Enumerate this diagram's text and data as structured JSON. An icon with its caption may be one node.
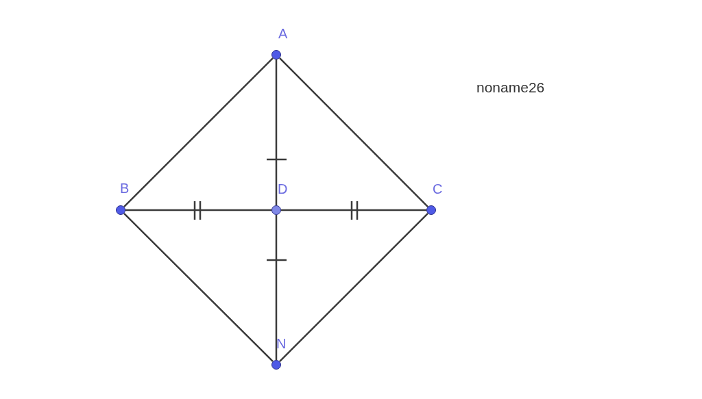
{
  "diagram": {
    "nodes": [
      {
        "text": [
          "A"
        ]
      },
      {
        "text": [
          "B"
        ]
      },
      {
        "text": [
          "D"
        ]
      },
      {
        "text": [
          "C"
        ]
      },
      {
        "text": [
          "N"
        ]
      }
    ],
    "edges": [
      {
        "from": 0,
        "to": 1,
        "arrow": "none"
      },
      {
        "from": 0,
        "to": 3,
        "arrow": "none"
      },
      {
        "from": 0,
        "to": 2,
        "arrow": "none"
      },
      {
        "from": 2,
        "to": 4,
        "arrow": "none"
      },
      {
        "from": 1,
        "to": 2,
        "arrow": "none"
      },
      {
        "from": 2,
        "to": 3,
        "arrow": "none"
      },
      {
        "from": 1,
        "to": 4,
        "arrow": "none"
      },
      {
        "from": 3,
        "to": 4,
        "arrow": "none"
      }
    ],
    "labels": [
      "noname26"
    ]
  }
}
